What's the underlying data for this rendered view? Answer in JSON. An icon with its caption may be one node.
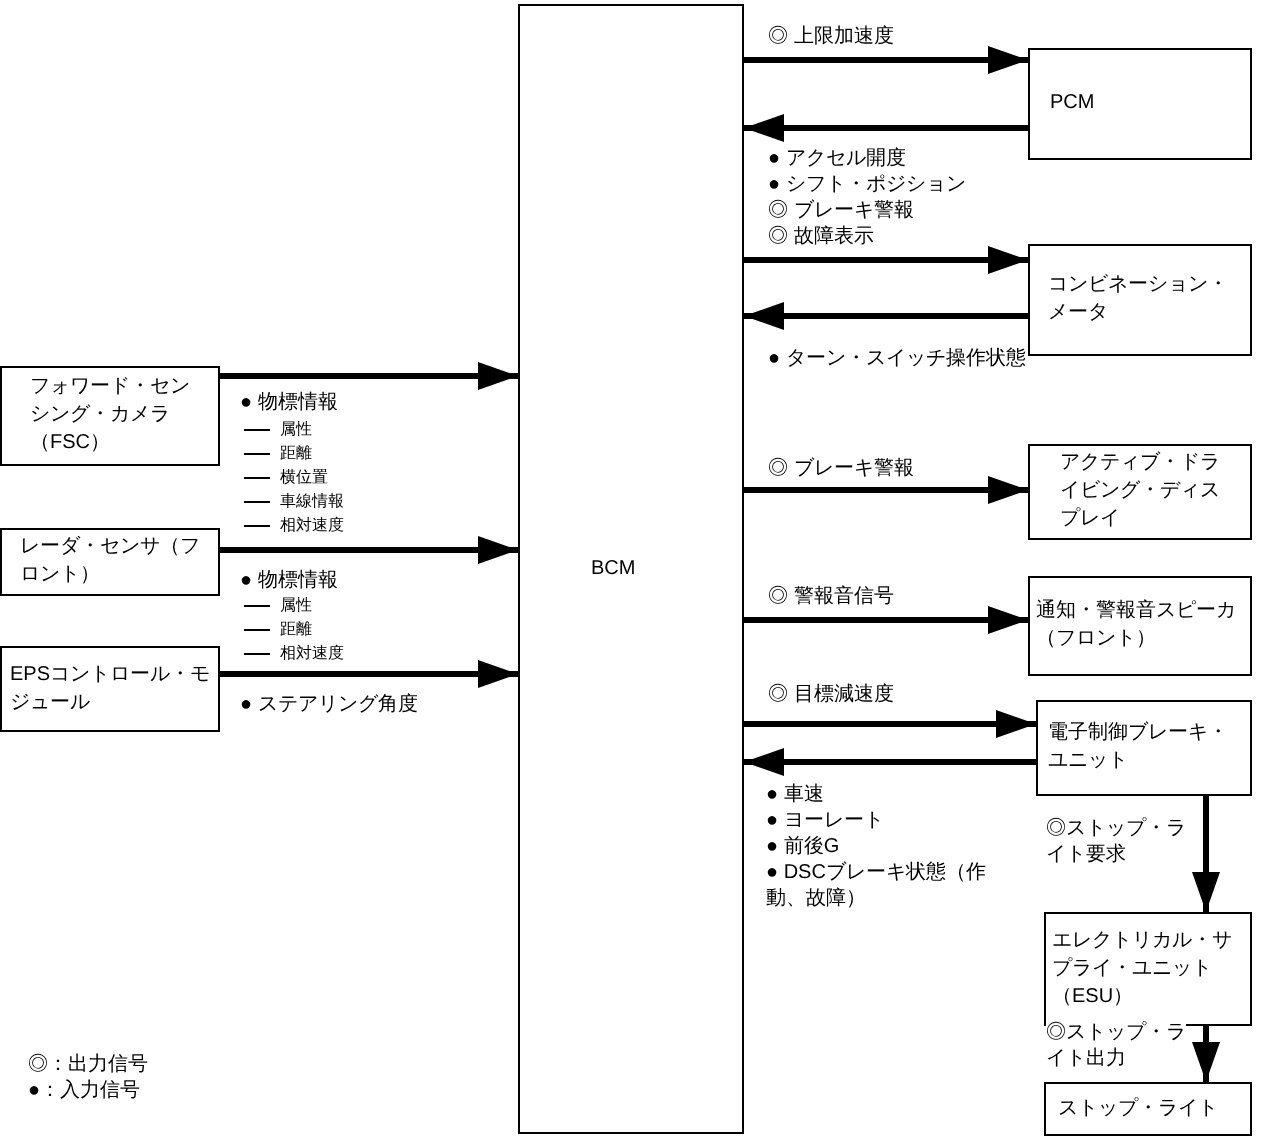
{
  "diagram": {
    "nodes": [
      {
        "text": [
          "BCM"
        ]
      },
      {
        "text": [
          "PCM"
        ]
      },
      {
        "text": [
          "コンビネーション・メータ"
        ]
      },
      {
        "text": [
          "アクティブ・ドライビング・ディスプレイ"
        ]
      },
      {
        "text": [
          "通知・警報音スピーカ（フロント）"
        ]
      },
      {
        "text": [
          "電子制御ブレーキ・ユニット"
        ]
      },
      {
        "text": [
          "エレクトリカル・サプライ・ユニット（ESU）"
        ]
      },
      {
        "text": [
          "ストップ・ライト"
        ]
      },
      {
        "text": [
          "フォワード・センシング・カメラ（FSC）"
        ]
      },
      {
        "text": [
          "レーダ・センサ（フロント）"
        ]
      },
      {
        "text": [
          "EPSコントロール・モジュール"
        ]
      }
    ],
    "edges": [
      {
        "from": 0,
        "to": 1,
        "arrow": "to",
        "label": "◎ 上限加速度"
      },
      {
        "from": 1,
        "to": 0,
        "arrow": "to",
        "label": "● アクセル開度"
      },
      {
        "from": 0,
        "to": 2,
        "arrow": "to",
        "label": "◎ ブレーキ警報"
      },
      {
        "from": 2,
        "to": 0,
        "arrow": "to",
        "label": "● ターン・スイッチ操作状態"
      },
      {
        "from": 0,
        "to": 3,
        "arrow": "to",
        "label": "◎ ブレーキ警報"
      },
      {
        "from": 0,
        "to": 4,
        "arrow": "to",
        "label": "◎ 警報音信号"
      },
      {
        "from": 0,
        "to": 5,
        "arrow": "to",
        "label": "◎ 目標減速度"
      },
      {
        "from": 5,
        "to": 0,
        "arrow": "to",
        "label": "● 車速"
      },
      {
        "from": 5,
        "to": 6,
        "arrow": "to",
        "label": "◎ストップ・ライト要求"
      },
      {
        "from": 6,
        "to": 7,
        "arrow": "to",
        "label": "◎ストップ・ライト出力"
      },
      {
        "from": 8,
        "to": 0,
        "arrow": "to",
        "label": "● 物標情報"
      },
      {
        "from": 9,
        "to": 0,
        "arrow": "to",
        "label": "● 物標情報"
      },
      {
        "from": 10,
        "to": 0,
        "arrow": "to",
        "label": "● ステアリング角度"
      }
    ],
    "labels": [
      "属性",
      "距離",
      "横位置",
      "車線情報",
      "相対速度",
      "属性",
      "距離",
      "相対速度",
      "● シフト・ポジション",
      "◎ 故障表示",
      "● ヨーレート",
      "● 前後G",
      "● DSCブレーキ状態（作動、故障）"
    ],
    "legend": [
      {
        "text": "◎：出力信号"
      },
      {
        "text": "●：入力信号"
      }
    ]
  }
}
